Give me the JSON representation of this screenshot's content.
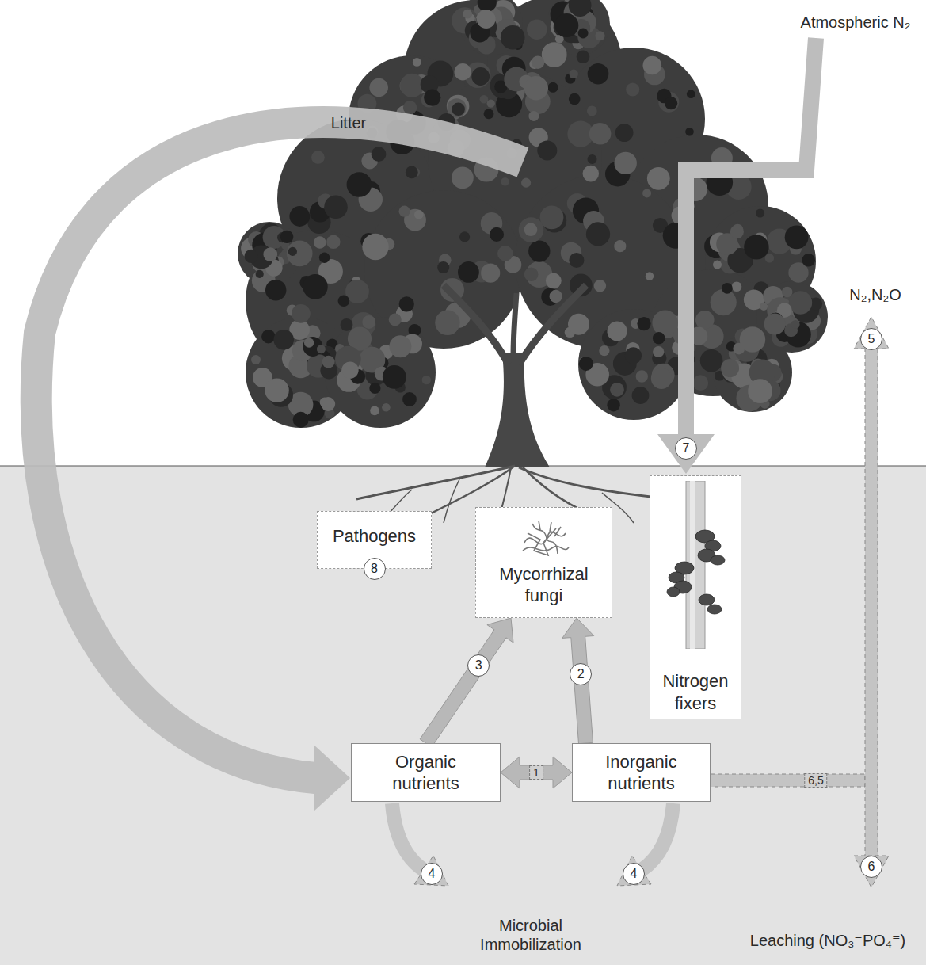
{
  "diagram": {
    "nodes": [
      {
        "text": [
          "Pathogens",
          "8"
        ]
      },
      {
        "text": [
          "Mycorrhizal fungi"
        ]
      },
      {
        "text": [
          "Nitrogen fixers"
        ]
      },
      {
        "text": [
          "Organic nutrients"
        ]
      },
      {
        "text": [
          "Inorganic nutrients"
        ]
      }
    ],
    "edges": [
      {
        "from": 3,
        "to": 1,
        "arrow": "to",
        "label": "3"
      },
      {
        "from": 4,
        "to": 1,
        "arrow": "to",
        "label": "2"
      },
      {
        "from": 3,
        "to": 4,
        "arrow": "both",
        "label": "1"
      }
    ],
    "labels": [
      "Litter",
      "Atmospheric N₂",
      "7",
      "N₂,N₂O",
      "5",
      "6,5",
      "6",
      "4",
      "4",
      "Microbial Immobilization",
      "Leaching (NO₃⁻PO₄⁼)"
    ]
  }
}
